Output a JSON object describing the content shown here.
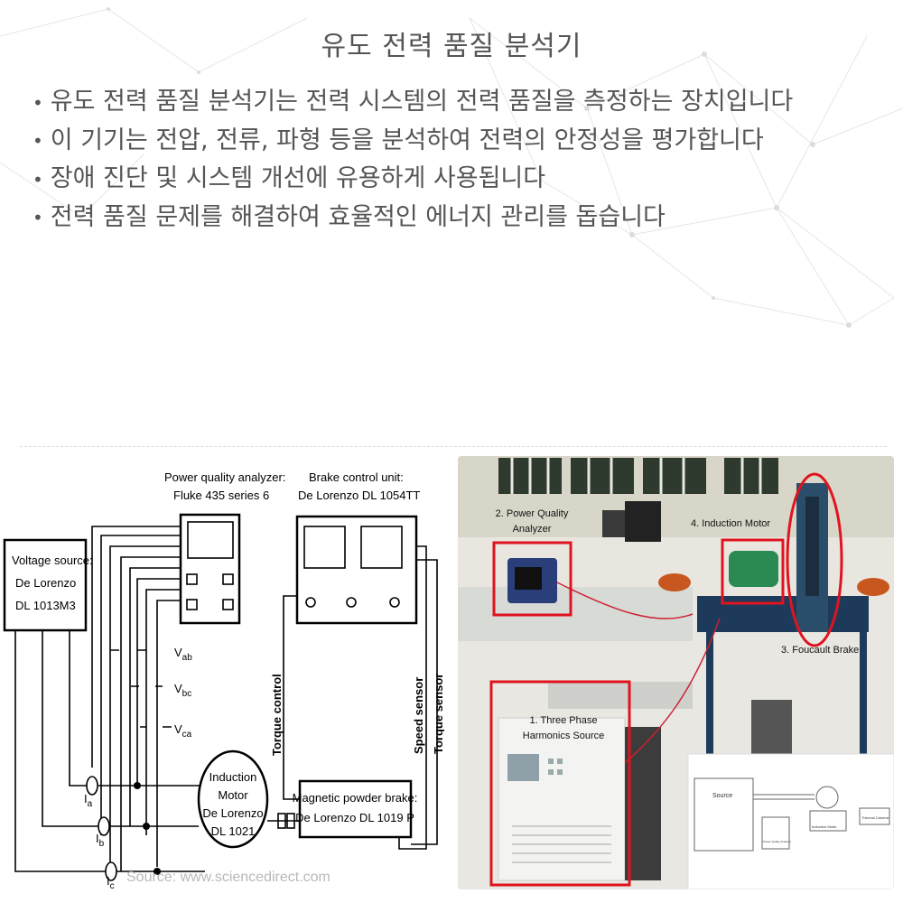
{
  "title": "유도 전력 품질 분석기",
  "bullets": [
    "유도 전력 품질 분석기는 전력 시스템의 전력 품질을 측정하는 장치입니다",
    "이 기기는 전압, 전류, 파형 등을 분석하여 전력의 안정성을 평가합니다",
    "장애 진단 및 시스템 개선에 유용하게 사용됩니다",
    "전력 품질 문제를 해결하여 효율적인 에너지 관리를 돕습니다"
  ],
  "diagram": {
    "pqa_label": [
      "Power quality analyzer:",
      "Fluke 435 series 6"
    ],
    "bcu_label": [
      "Brake control unit:",
      "De Lorenzo DL 1054TT"
    ],
    "voltage_source": [
      "Voltage source:",
      "De Lorenzo",
      "DL 1013M3"
    ],
    "voltages": [
      "V",
      "ab",
      "V",
      "bc",
      "V",
      "ca"
    ],
    "currents": [
      "I",
      "a",
      "I",
      "b",
      "I",
      "c"
    ],
    "motor": [
      "Induction",
      "Motor",
      "De Lorenzo",
      "DL 1021"
    ],
    "brake": [
      "Magnetic powder brake:",
      "De Lorenzo DL 1019 P"
    ],
    "torque_control": "Torque control",
    "speed_sensor": "Speed sensor",
    "torque_sensor": "Torque sensor",
    "source": "Source: www.sciencedirect.com"
  },
  "photo": {
    "pqa": [
      "2. Power Quality",
      "Analyzer"
    ],
    "motor": "4. Induction Motor",
    "brake": "3. Foucault Brake",
    "source": [
      "1. Three Phase",
      "Harmonics Source"
    ],
    "inset": {
      "source": "Source",
      "pqa": "Power Quality Analyzer",
      "motor": "Induction Motor",
      "camera": "Thermal Camera"
    },
    "colors": {
      "highlight": "#e0141e"
    }
  }
}
